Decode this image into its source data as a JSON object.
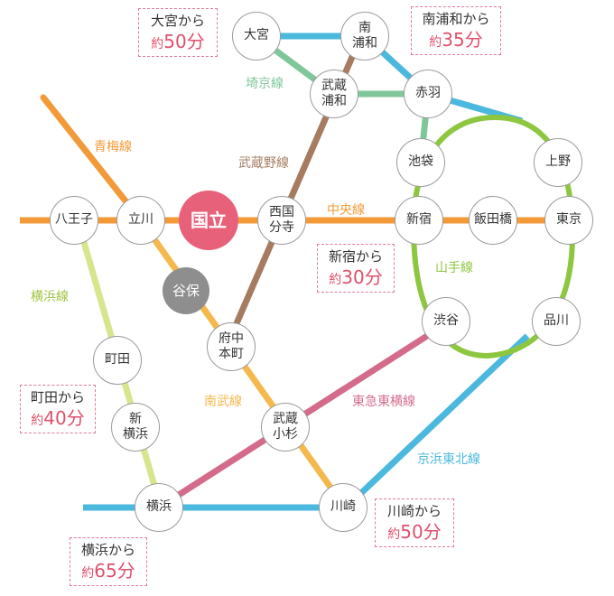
{
  "stations": {
    "omiya": "大宮",
    "minami_urawa": "南\n浦和",
    "musashi_urawa": "武蔵\n浦和",
    "akabane": "赤羽",
    "ikebukuro": "池袋",
    "ueno": "上野",
    "hachioji": "八王子",
    "tachikawa": "立川",
    "kunitachi": "国立",
    "nishi_kokubunji": "西国\n分寺",
    "shinjuku": "新宿",
    "iidabashi": "飯田橋",
    "tokyo": "東京",
    "yaho": "谷保",
    "fuchu_honmachi": "府中\n本町",
    "shibuya": "渋谷",
    "shinagawa": "品川",
    "machida": "町田",
    "shin_yokohama": "新\n横浜",
    "musashi_kosugi": "武蔵\n小杉",
    "yokohama": "横浜",
    "kawasaki": "川崎"
  },
  "lines": {
    "ome": {
      "label": "青梅線",
      "color": "#f29a38"
    },
    "saikyo": {
      "label": "埼京線",
      "color": "#7fc79a"
    },
    "musashino": {
      "label": "武蔵野線",
      "color": "#a67b60"
    },
    "chuo": {
      "label": "中央線",
      "color": "#f29a38"
    },
    "yamanote": {
      "label": "山手線",
      "color": "#8dc63f"
    },
    "yokohama": {
      "label": "横浜線",
      "color": "#9fc33f"
    },
    "nanbu": {
      "label": "南武線",
      "color": "#f5b84d"
    },
    "toyoko": {
      "label": "東急東横線",
      "color": "#d46b8b"
    },
    "keihin": {
      "label": "京浜東北線",
      "color": "#4bb8dd"
    }
  },
  "times": {
    "omiya": {
      "from": "大宮から",
      "prefix": "約",
      "duration": "50分"
    },
    "minami_urawa": {
      "from": "南浦和から",
      "prefix": "約",
      "duration": "35分"
    },
    "shinjuku": {
      "from": "新宿から",
      "prefix": "約",
      "duration": "30分"
    },
    "machida": {
      "from": "町田から",
      "prefix": "約",
      "duration": "40分"
    },
    "yokohama": {
      "from": "横浜から",
      "prefix": "約",
      "duration": "65分"
    },
    "kawasaki": {
      "from": "川崎から",
      "prefix": "約",
      "duration": "50分"
    }
  }
}
